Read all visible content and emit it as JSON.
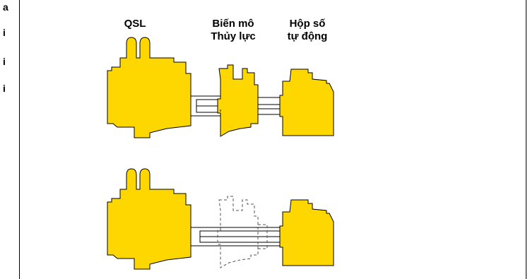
{
  "labels": {
    "engine": "QSL",
    "converter_line1": "Biến mô",
    "converter_line2": "Thủy lực",
    "gearbox_line1": "Hộp số",
    "gearbox_line2": "tự động"
  },
  "edge_fragments": [
    "a",
    "i",
    "i",
    "i"
  ],
  "colors": {
    "component_fill": "#FFD700",
    "outline": "#000000",
    "shaft_fill": "#ffffff"
  }
}
